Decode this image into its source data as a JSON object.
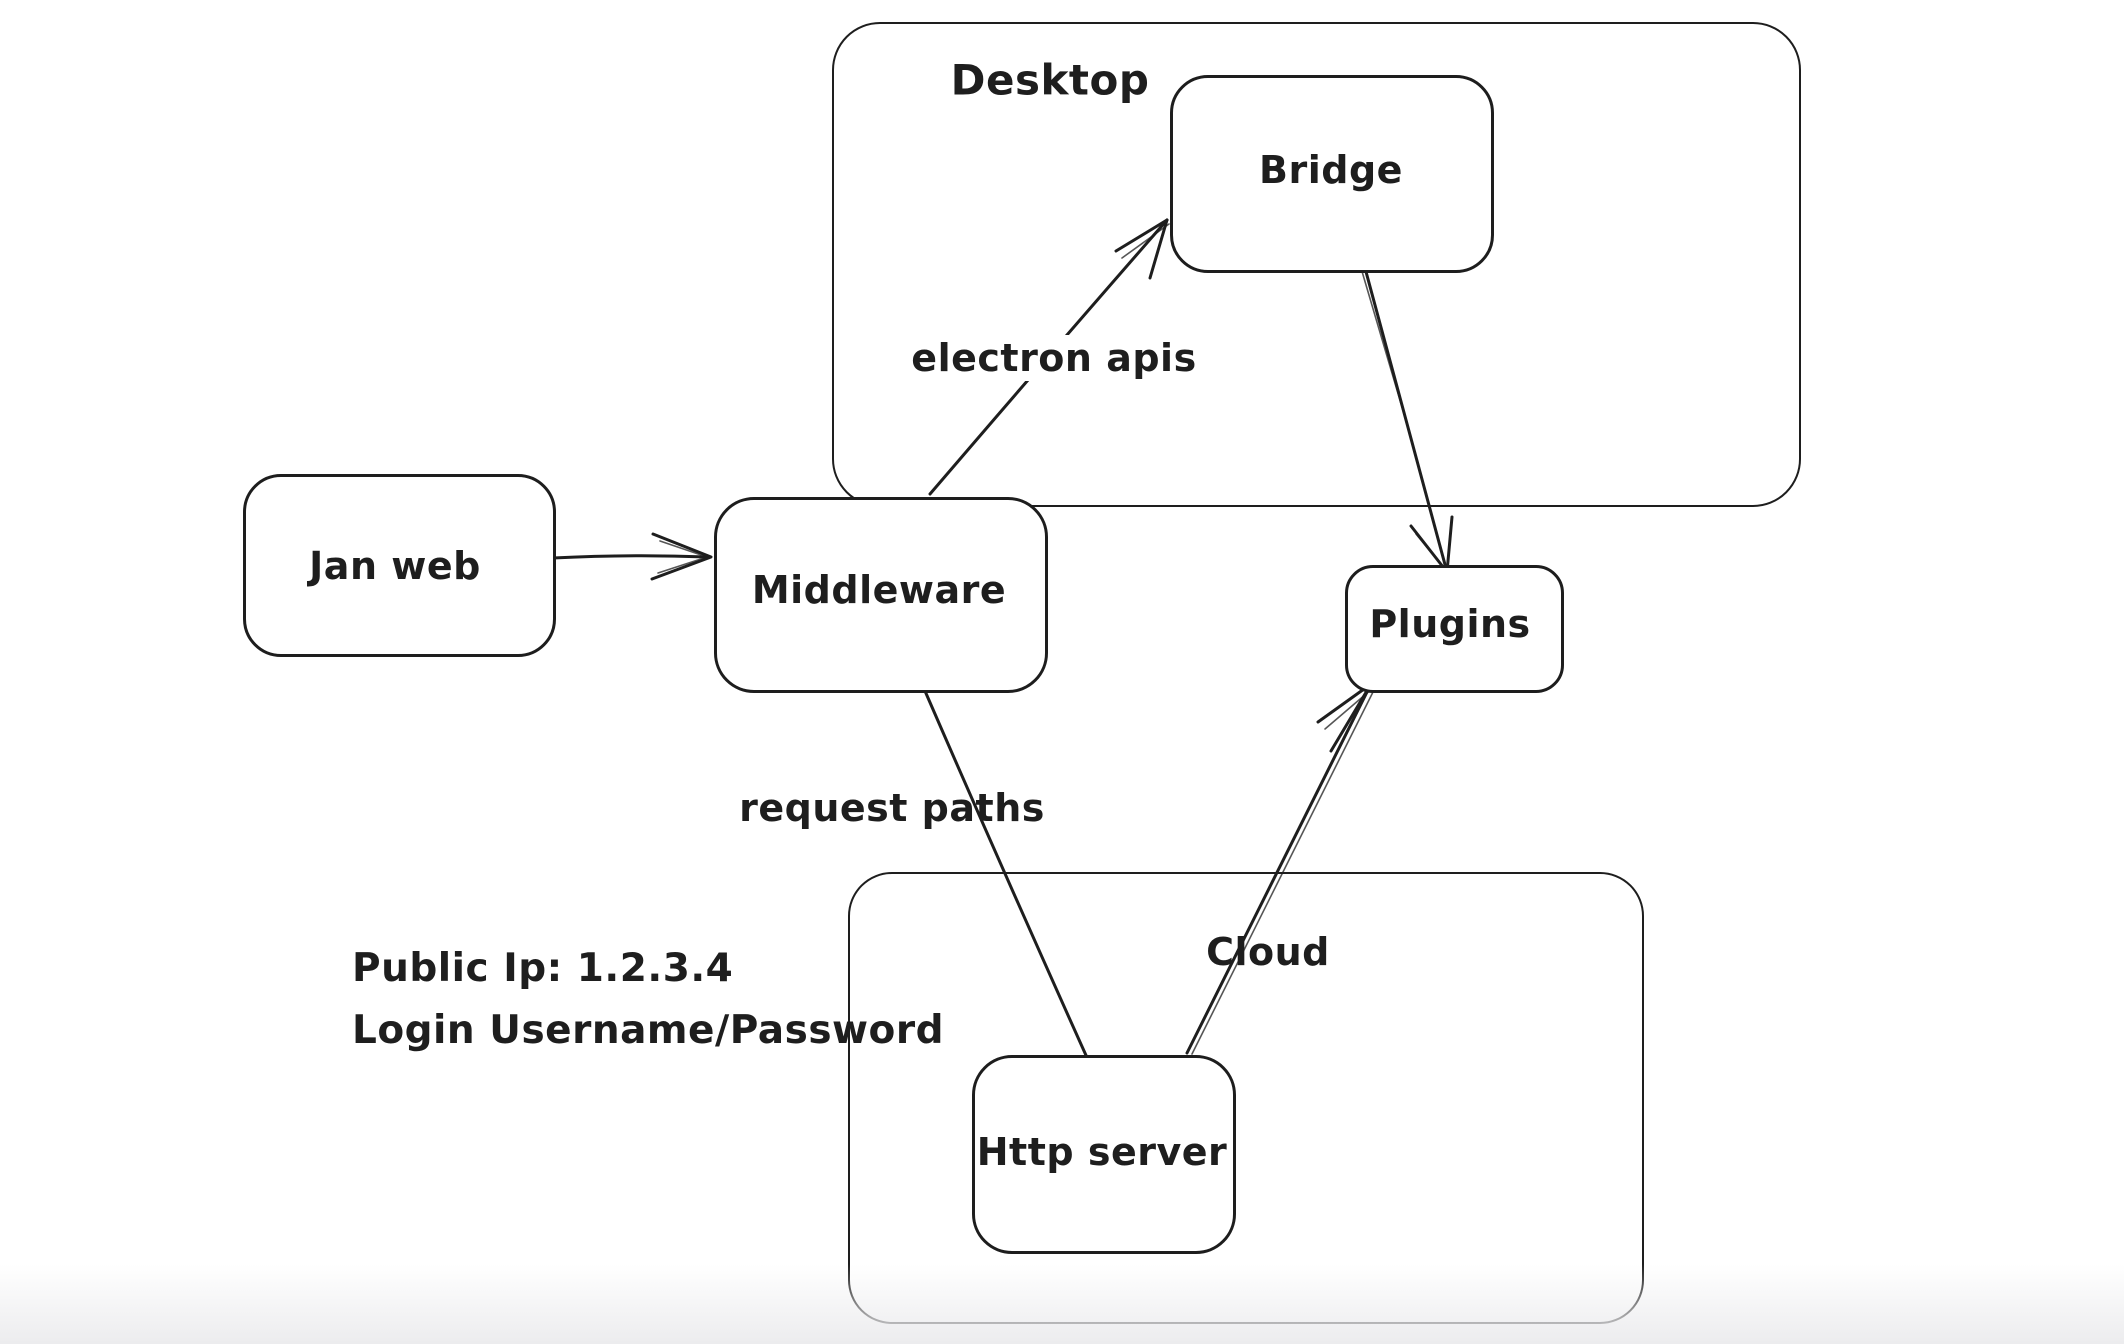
{
  "diagram": {
    "containers": {
      "desktop": {
        "label": "Desktop"
      },
      "cloud": {
        "label": "Cloud"
      }
    },
    "nodes": {
      "jan_web": {
        "label": "Jan web"
      },
      "middleware": {
        "label": "Middleware"
      },
      "bridge": {
        "label": "Bridge"
      },
      "plugins": {
        "label": "Plugins"
      },
      "http_server": {
        "label": "Http server"
      }
    },
    "edges": [
      {
        "from": "jan_web",
        "to": "middleware",
        "label": ""
      },
      {
        "from": "middleware",
        "to": "bridge",
        "label": "electron apis"
      },
      {
        "from": "bridge",
        "to": "plugins",
        "label": ""
      },
      {
        "from": "middleware",
        "to": "http_server",
        "label": "request paths"
      },
      {
        "from": "http_server",
        "to": "plugins",
        "label": ""
      }
    ],
    "annotations": {
      "public_ip": "Public Ip: 1.2.3.4",
      "login": "Login Username/Password"
    },
    "colors": {
      "stroke": "#1e1e1e",
      "background": "#ffffff",
      "bottom_fade": "#ececee"
    }
  }
}
